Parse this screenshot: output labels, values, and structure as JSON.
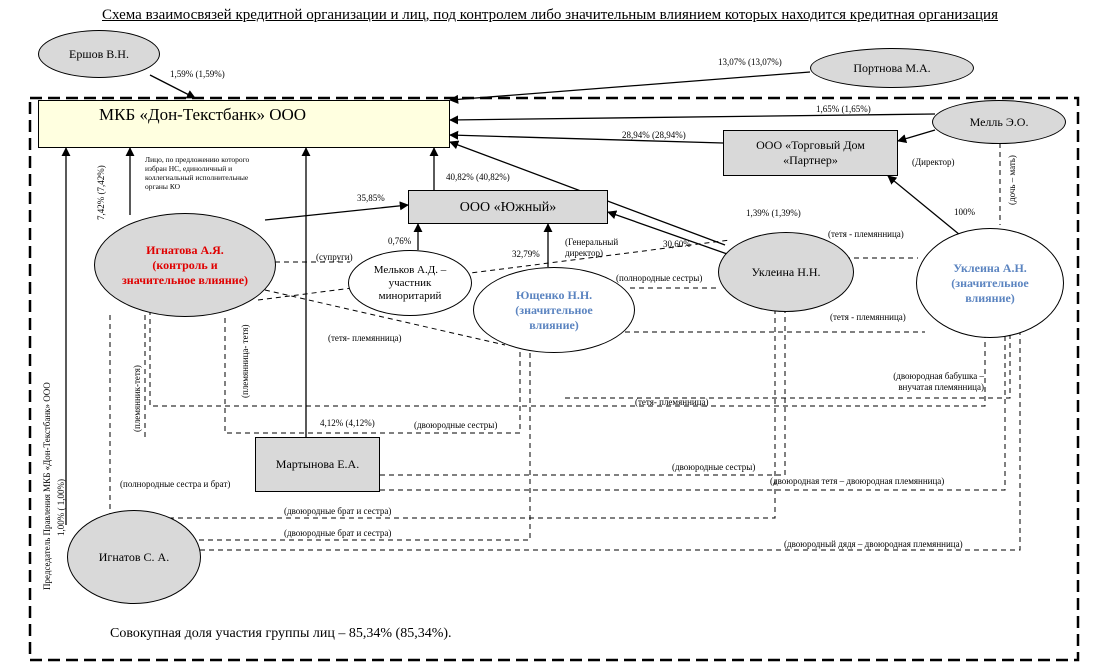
{
  "title": "Схема взаимосвязей кредитной организации и лиц, под контролем либо значительным влиянием которых находится кредитная организация",
  "nodes": {
    "bank": "МКБ «Дон-Текстбанк» ООО",
    "yuzhny": "ООО «Южный»",
    "td_partner": "ООО «Торговый Дом «Партнер»",
    "ershov": "Ершов В.Н.",
    "portnova": "Портнова М.А.",
    "mell": "Мелль Э.О.",
    "ignatova": "Игнатова А.Я. (контроль и значительное влияние)",
    "melkov": "Мельков А.Д. – участник миноритарий",
    "yushchenko": "Ющенко Н.Н. (значительное влияние)",
    "uklein_nn": "Уклеина Н.Н.",
    "uklein_an": "Уклеина А.Н. (значительное влияние)",
    "martynova": "Мартынова Е.А.",
    "ignatov": "Игнатов С. А."
  },
  "labels": {
    "ershov_share": "1,59% (1,59%)",
    "portnova_share": "13,07% (13,07%)",
    "mell_share": "1,65% (1,65%)",
    "td_share": "28,94% (28,94%)",
    "yuzhny_share": "40,82% (40,82%)",
    "ignatova_yuzhny": "35,85%",
    "ignatova_bank": "7,42% (7,42%)",
    "ignatova_note": "Лицо, по предложению которого избран НС, единоличный и коллегиальный исполнительные органы КО",
    "melkov_share": "0,76%",
    "yushchenko_share": "32,79%",
    "gen_director": "(Генеральный директор)",
    "uklein_yuzhny": "30,60%",
    "uklein_bank": "1,39% (1,39%)",
    "uklein_an_td": "100%",
    "director": "(Директор)",
    "daughter_mother": "(дочь – мать)",
    "aunt_niece_1": "(тетя - племянница)",
    "aunt_niece_2": "(тетя - племянница)",
    "aunt_niece_3": "(тетя- племянница)",
    "aunt_niece_4": "(тетя- племянница)",
    "spouses": "(супруги)",
    "full_sisters": "(полнородные сестры)",
    "cousin_sisters_1": "(двоюродные сестры)",
    "cousin_sisters_2": "(двоюродные сестры)",
    "grandma": "(двоюродная бабушка – внучатая племянница)",
    "martynova_share": "4,12% (4,12%)",
    "full_sister_brother": "(полнородные сестра и брат)",
    "cousin_aunt": "(двоюродная тетя – двоюродная племянница)",
    "cousin_brother_sister_1": "(двоюродные брат и сестра)",
    "cousin_brother_sister_2": "(двоюродные брат и сестра)",
    "cousin_uncle": "(двоюродный дядя – двоюродная племянница)",
    "nephew_aunt": "(племянник-тетя)",
    "niece_aunt": "(племянница- тетя)",
    "chairman": "Председатель Правления МКБ «Дон-Текстбанк» ООО",
    "ignatov_share": "1,00% ( 1,00%)"
  },
  "footer": "Совокупная доля участия группы лиц – 85,34% (85,34%)."
}
